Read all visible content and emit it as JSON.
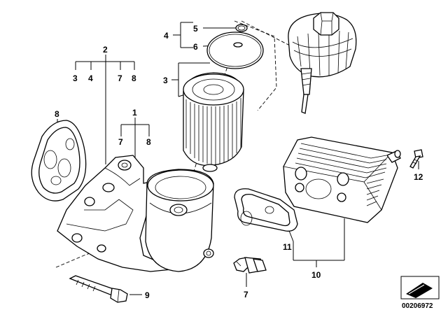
{
  "callouts": {
    "c1": "1",
    "c2": "2",
    "c3a": "3",
    "c3b": "3",
    "c4a": "4",
    "c4b": "4",
    "c5": "5",
    "c6": "6",
    "c7a": "7",
    "c7b": "7",
    "c7c": "7",
    "c8a": "8",
    "c8b": "8",
    "c8c": "8",
    "c9": "9",
    "c10": "10",
    "c11": "11",
    "c12": "12"
  },
  "reference_number": "00206972"
}
